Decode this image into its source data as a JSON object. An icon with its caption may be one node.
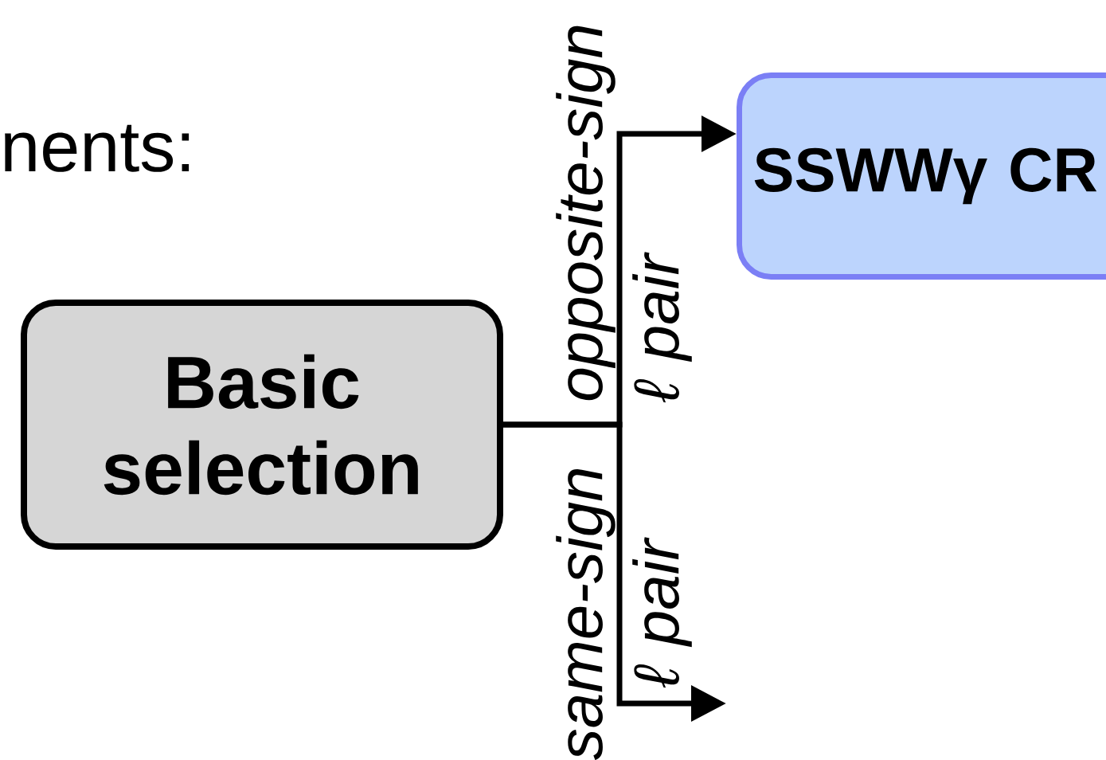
{
  "diagram": {
    "nodes": [
      {
        "text": [
          "Basic selection"
        ]
      },
      {
        "text": [
          "SSWWγ CR"
        ]
      }
    ],
    "edges": [
      {
        "from": 0,
        "to": 1,
        "arrow": "to",
        "label": "opposite-sign ℓ pair"
      },
      {
        "from": 0,
        "to": null,
        "arrow": "to",
        "label": "same-sign ℓ pair"
      }
    ],
    "labels": [
      "nents:"
    ]
  }
}
